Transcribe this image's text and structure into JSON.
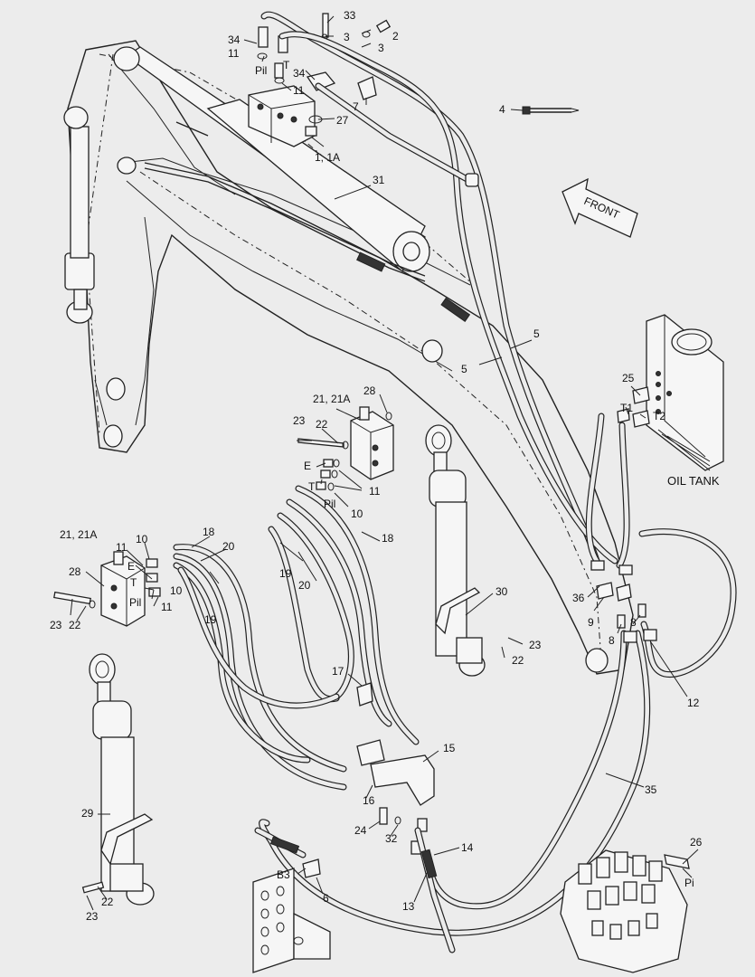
{
  "title": "",
  "direction_arrow": {
    "label": "FRONT"
  },
  "oil_tank": {
    "label": "OIL TANK"
  },
  "callouts": [
    {
      "id": "c33",
      "text": "33"
    },
    {
      "id": "c2",
      "text": "2"
    },
    {
      "id": "c3a",
      "text": "3"
    },
    {
      "id": "c3b",
      "text": "3"
    },
    {
      "id": "c34a",
      "text": "34"
    },
    {
      "id": "c11a",
      "text": "11"
    },
    {
      "id": "cPil1",
      "text": "Pil"
    },
    {
      "id": "cT1",
      "text": "T"
    },
    {
      "id": "c34b",
      "text": "34"
    },
    {
      "id": "c11b",
      "text": "11"
    },
    {
      "id": "c27",
      "text": "27"
    },
    {
      "id": "c7",
      "text": "7"
    },
    {
      "id": "c4",
      "text": "4"
    },
    {
      "id": "c1",
      "text": "1, 1A"
    },
    {
      "id": "c31",
      "text": "31"
    },
    {
      "id": "c5a",
      "text": "5"
    },
    {
      "id": "c5b",
      "text": "5"
    },
    {
      "id": "c21b",
      "text": "21, 21A"
    },
    {
      "id": "c28b",
      "text": "28"
    },
    {
      "id": "c23b",
      "text": "23"
    },
    {
      "id": "c22b",
      "text": "22"
    },
    {
      "id": "cE2",
      "text": "E"
    },
    {
      "id": "cT2",
      "text": "T"
    },
    {
      "id": "cPil2",
      "text": "Pil"
    },
    {
      "id": "c11c",
      "text": "11"
    },
    {
      "id": "c10b",
      "text": "10"
    },
    {
      "id": "c25",
      "text": "25"
    },
    {
      "id": "cT1b",
      "text": "T1"
    },
    {
      "id": "cT2b",
      "text": "T2"
    },
    {
      "id": "c21a",
      "text": "21, 21A"
    },
    {
      "id": "c10a",
      "text": "10"
    },
    {
      "id": "c11d",
      "text": "11"
    },
    {
      "id": "c28a",
      "text": "28"
    },
    {
      "id": "cE1",
      "text": "E"
    },
    {
      "id": "cT3",
      "text": "T"
    },
    {
      "id": "c10c",
      "text": "10"
    },
    {
      "id": "cPil3",
      "text": "Pil"
    },
    {
      "id": "c11e",
      "text": "11"
    },
    {
      "id": "c23a",
      "text": "23"
    },
    {
      "id": "c22a",
      "text": "22"
    },
    {
      "id": "c18a",
      "text": "18"
    },
    {
      "id": "c20a",
      "text": "20"
    },
    {
      "id": "c19a",
      "text": "19"
    },
    {
      "id": "c18b",
      "text": "18"
    },
    {
      "id": "c19b",
      "text": "19"
    },
    {
      "id": "c20b",
      "text": "20"
    },
    {
      "id": "c30",
      "text": "30"
    },
    {
      "id": "c23c",
      "text": "23"
    },
    {
      "id": "c22c",
      "text": "22"
    },
    {
      "id": "c36",
      "text": "36"
    },
    {
      "id": "c9",
      "text": "9"
    },
    {
      "id": "c8a",
      "text": "8"
    },
    {
      "id": "c8b",
      "text": "8"
    },
    {
      "id": "c12",
      "text": "12"
    },
    {
      "id": "c17",
      "text": "17"
    },
    {
      "id": "c15",
      "text": "15"
    },
    {
      "id": "c16",
      "text": "16"
    },
    {
      "id": "c35",
      "text": "35"
    },
    {
      "id": "c29",
      "text": "29"
    },
    {
      "id": "c24",
      "text": "24"
    },
    {
      "id": "c32",
      "text": "32"
    },
    {
      "id": "c14",
      "text": "14"
    },
    {
      "id": "c26",
      "text": "26"
    },
    {
      "id": "cPi",
      "text": "Pi"
    },
    {
      "id": "cB3",
      "text": "B3"
    },
    {
      "id": "c6",
      "text": "6"
    },
    {
      "id": "c13",
      "text": "13"
    },
    {
      "id": "c22d",
      "text": "22"
    },
    {
      "id": "c23d",
      "text": "23"
    }
  ]
}
